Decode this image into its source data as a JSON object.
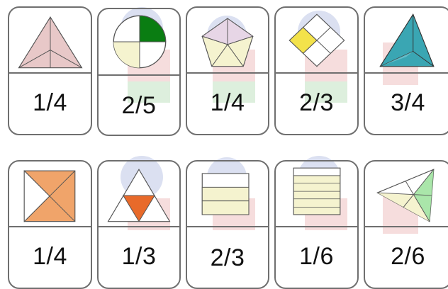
{
  "colors": {
    "border": "#6f6f6f",
    "pink_fill": "#e8c8c8",
    "green_fill": "#0a7d12",
    "yellow_fill": "#f3e24a",
    "teal_fill": "#3aa6b3",
    "orange_fill": "#f0a46a",
    "dark_orange_fill": "#e86a2a",
    "cream_fill": "#f5f3cf",
    "light_green_fill": "#9be29b"
  },
  "cards": [
    {
      "fraction": "1/4",
      "picture": "triangle-three-parts-icon"
    },
    {
      "fraction": "2/5",
      "picture": "circle-quarters-icon"
    },
    {
      "fraction": "1/4",
      "picture": "pentagon-segments-icon"
    },
    {
      "fraction": "2/3",
      "picture": "diamond-quarters-icon"
    },
    {
      "fraction": "3/4",
      "picture": "triangle-teal-icon"
    },
    {
      "fraction": "1/4",
      "picture": "square-diagonals-icon"
    },
    {
      "fraction": "1/3",
      "picture": "triangle-orange-icon"
    },
    {
      "fraction": "2/3",
      "picture": "rectangle-thirds-icon"
    },
    {
      "fraction": "1/6",
      "picture": "rectangle-strips-icon"
    },
    {
      "fraction": "2/6",
      "picture": "triangle-centroid-icon"
    }
  ]
}
